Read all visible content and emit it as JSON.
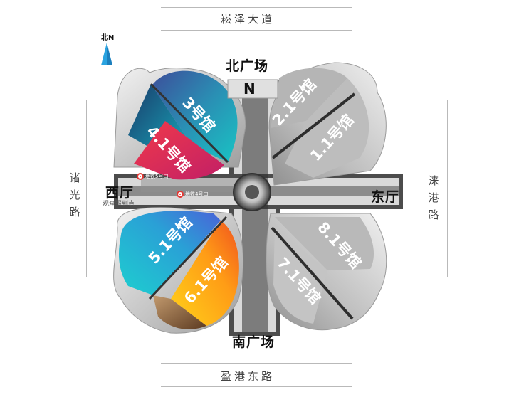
{
  "compass": {
    "label": "北N"
  },
  "roads": {
    "north": "崧泽大道",
    "south": "盈港东路",
    "west": [
      "诸",
      "光",
      "路"
    ],
    "east": [
      "涞",
      "港",
      "路"
    ]
  },
  "plazas": {
    "north": "北广场",
    "south": "南广场",
    "north_gate": "N"
  },
  "halls": {
    "west_hall": "西厅",
    "west_hall_sub": "观众报到点",
    "east_hall": "东厅"
  },
  "pavilions": [
    {
      "id": "3",
      "label": "3号馆"
    },
    {
      "id": "4.1",
      "label": "4.1号馆"
    },
    {
      "id": "2.1",
      "label": "2.1号馆"
    },
    {
      "id": "1.1",
      "label": "1.1号馆"
    },
    {
      "id": "5.1",
      "label": "5.1号馆"
    },
    {
      "id": "6.1",
      "label": "6.1号馆"
    },
    {
      "id": "8.1",
      "label": "8.1号馆"
    },
    {
      "id": "7.1",
      "label": "7.1号馆"
    }
  ],
  "metro": {
    "exit5": "地铁5号口",
    "exit4": "地铁4号口"
  }
}
